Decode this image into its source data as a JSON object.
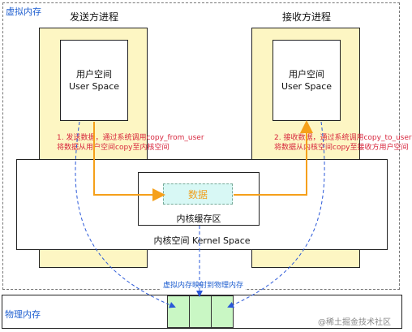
{
  "virtual_memory": {
    "label": "虚拟内存"
  },
  "sender": {
    "title": "发送方进程",
    "user_space_cn": "用户空间",
    "user_space_en": "User Space",
    "note_line1": "1. 发送数据，通过系统调用copy_from_user",
    "note_line2": "将数据从用户空间copy至内核空间"
  },
  "receiver": {
    "title": "接收方进程",
    "user_space_cn": "用户空间",
    "user_space_en": "User Space",
    "note_line1": "2. 接收数据，通过系统调用copy_to_user",
    "note_line2": "将数据从内核空间copy至接收方用户空间"
  },
  "kernel": {
    "buffer_data": "数据",
    "buffer_label": "内核缓存区",
    "space_label": "内核空间 Kernel Space"
  },
  "mapping": {
    "label": "虚拟内存映射到物理内存"
  },
  "physical_memory": {
    "label": "物理内存"
  },
  "watermark": {
    "text": "@稀土掘金技术社区"
  },
  "colors": {
    "frame_blue": "#1f5fd0",
    "note_red": "#d7263d",
    "process_yellow": "#fdf6c3",
    "data_cyan": "#d8f8f5",
    "data_text_orange": "#f0a020",
    "flow_orange": "#f5a01a",
    "physical_green": "#c9f7c4",
    "map_dash_blue": "#2a58d8"
  }
}
